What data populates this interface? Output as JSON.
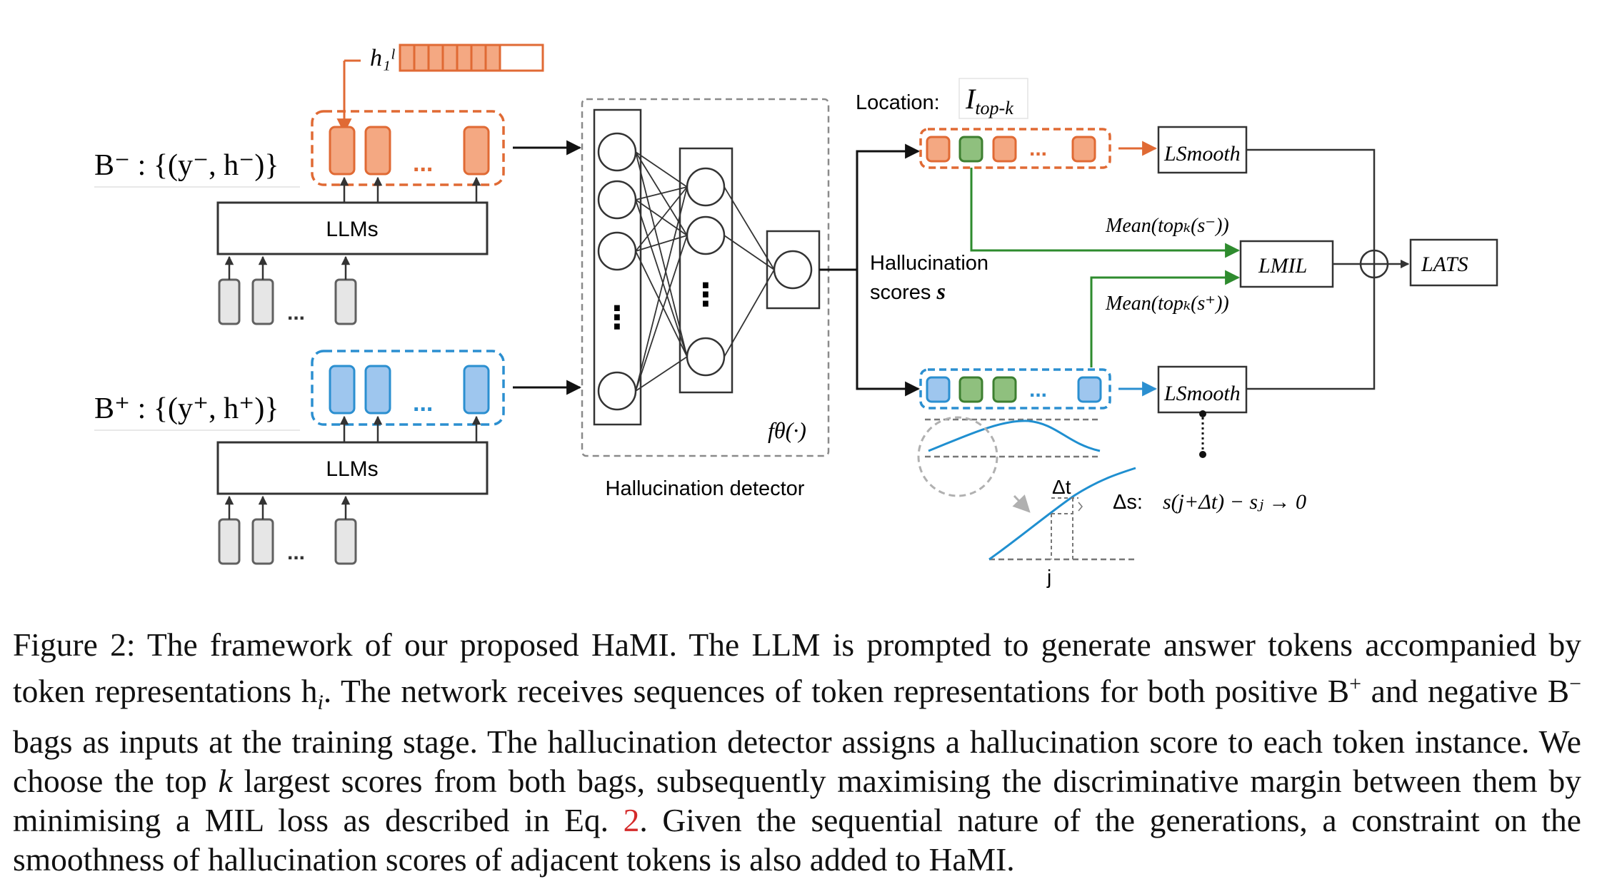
{
  "diagram": {
    "negative_bag_label": "B⁻ : {(y⁻, h⁻)}",
    "positive_bag_label": "B⁺ : {(y⁺, h⁺)}",
    "representation_label": "h₁ˡ",
    "llm_top_label": "LLMs",
    "llm_bottom_label": "LLMs",
    "ellipsis": "...",
    "vertical_ellipsis": "⋮",
    "detector_function": "fθ(·)",
    "detector_title": "Hallucination detector",
    "location_label": "Location:",
    "location_symbol": "I",
    "location_subscript": "top-k",
    "scores_line1": "Hallucination",
    "scores_line2": "scores",
    "scores_symbol": "s",
    "loss_smooth_top": "LSmooth",
    "loss_smooth_bottom": "LSmooth",
    "loss_mil": "LMIL",
    "loss_ats": "LATS",
    "mean_negative": "Mean(topₖ(s⁻))",
    "mean_positive": "Mean(topₖ(s⁺))",
    "delta_t": "Δt",
    "delta_s": "Δs:",
    "smooth_formula": "s(j+Δt) − sⱼ → 0",
    "j_label": "j"
  },
  "colors": {
    "orange_fill": "#f4a882",
    "orange_stroke": "#e06a34",
    "blue_fill": "#9ec6ee",
    "blue_stroke": "#2b8fd0",
    "green_fill": "#8fc07e",
    "green_stroke": "#3d7f30",
    "gray_fill": "#e6e6e6",
    "gray_stroke": "#606060",
    "curve_blue": "#1f8fd0",
    "line_green": "#2e8b2e"
  },
  "caption": {
    "text_1": "Figure 2: The framework of our proposed HaMI. The LLM is prompted to generate answer tokens accompanied by token representations h",
    "text_1_sub": "i",
    "text_2": ". The network receives sequences of token representations for both positive B",
    "text_2_sup": "+",
    "text_3": " and negative B",
    "text_3_sup": "−",
    "text_4": " bags as inputs at the training stage. The hallucination detector assigns a hallucination score to each token instance. We choose the top ",
    "text_4_k": "k",
    "text_5": " largest scores from both bags, subsequently maximising the discriminative margin between them by minimising a MIL loss as described in Eq. ",
    "ref": "2",
    "text_6": ". Given the sequential nature of the generations, a constraint on the smoothness of hallucination scores of adjacent tokens is also added to HaMI."
  }
}
